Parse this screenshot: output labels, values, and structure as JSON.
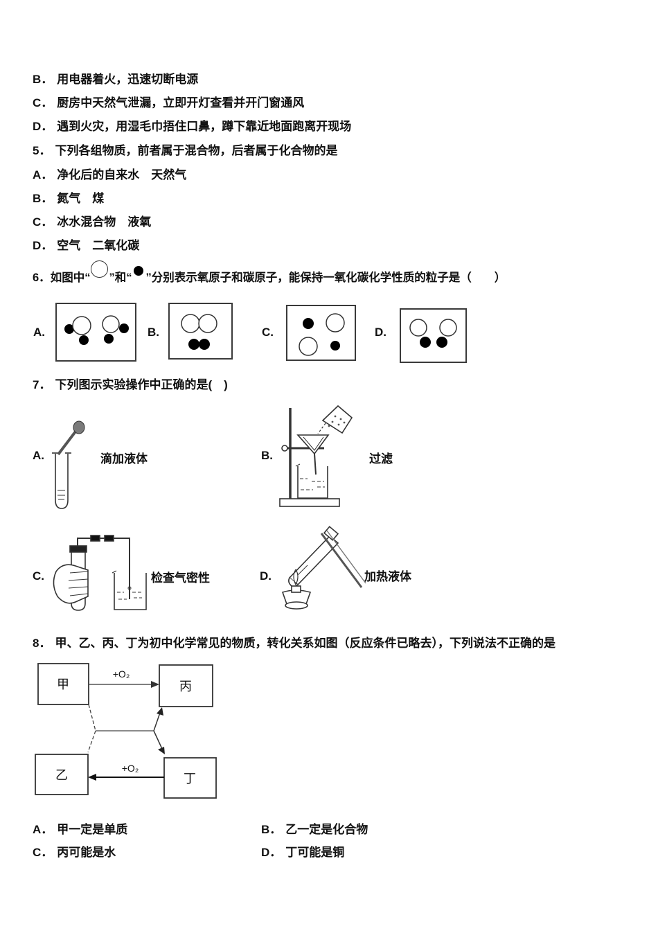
{
  "doc": {
    "q4_options": [
      {
        "label": "B．",
        "text": "用电器着火，迅速切断电源"
      },
      {
        "label": "C．",
        "text": "厨房中天然气泄漏，立即开灯查看并开门窗通风"
      },
      {
        "label": "D．",
        "text": "遇到火灾，用湿毛巾捂住口鼻，蹲下靠近地面跑离开现场"
      }
    ],
    "q5": {
      "number": "5．",
      "stem": "下列各组物质，前者属于混合物，后者属于化合物的是",
      "options": [
        {
          "label": "A．",
          "text": "净化后的自来水　天然气"
        },
        {
          "label": "B．",
          "text": "氮气　煤"
        },
        {
          "label": "C．",
          "text": "冰水混合物　液氧"
        },
        {
          "label": "D．",
          "text": "空气　二氧化碳"
        }
      ]
    },
    "q6": {
      "number": "6．",
      "stem_prefix": "如图中“",
      "stem_mid": "”和“",
      "stem_suffix": "”分别表示氧原子和碳原子，能保持一氧化碳化学性质的粒子是（　　）",
      "option_labels": [
        "A.",
        "B.",
        "C.",
        "D."
      ]
    },
    "q7": {
      "number": "7．",
      "stem": "下列图示实验操作中正确的是(　)",
      "figures": [
        {
          "label": "A.",
          "caption": "滴加液体"
        },
        {
          "label": "B.",
          "caption": "过滤"
        },
        {
          "label": "C.",
          "caption": "检查气密性"
        },
        {
          "label": "D.",
          "caption": "加热液体"
        }
      ]
    },
    "q8": {
      "number": "8．",
      "stem": "甲、乙、丙、丁为初中化学常见的物质，转化关系如图（反应条件已略去），下列说法不正确的是",
      "diagram": {
        "boxes": [
          "甲",
          "丙",
          "乙",
          "丁"
        ],
        "arrow_labels": [
          "+O₂",
          "+O₂"
        ]
      },
      "options": [
        {
          "label": "A．",
          "text": "甲一定是单质"
        },
        {
          "label": "B．",
          "text": "乙一定是化合物"
        },
        {
          "label": "C．",
          "text": "丙可能是水"
        },
        {
          "label": "D．",
          "text": "丁可能是铜"
        }
      ]
    }
  }
}
